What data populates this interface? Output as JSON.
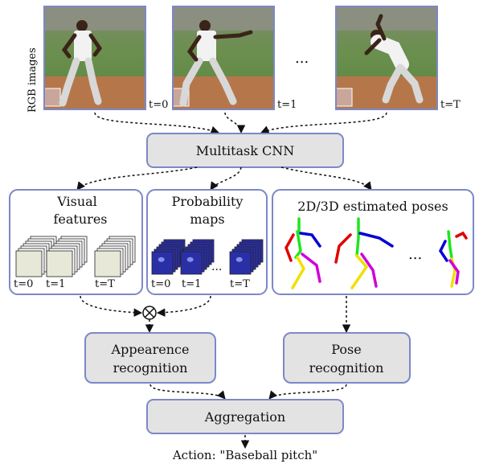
{
  "labels": {
    "rgb_images": "RGB images",
    "frame_times": [
      "t=0",
      "t=1",
      "t=T"
    ],
    "ellipsis": "...",
    "ellipsis_small": "..."
  },
  "nodes": {
    "multitask_cnn": "Multitask CNN",
    "appearance_recognition": [
      "Appearence",
      "recognition"
    ],
    "pose_recognition": [
      "Pose",
      "recognition"
    ],
    "aggregation": "Aggregation"
  },
  "panels": {
    "visual_features": {
      "title": [
        "Visual",
        "features"
      ],
      "times": [
        "t=0",
        "t=1",
        "t=T"
      ]
    },
    "probability_maps": {
      "title": [
        "Probability",
        "maps"
      ],
      "times": [
        "t=0",
        "t=1",
        "t=T"
      ]
    },
    "poses": {
      "title": "2D/3D estimated poses"
    }
  },
  "output": "Action: \"Baseball pitch\"",
  "fuse_symbol": "⊗",
  "colors": {
    "box_fill": "#e3e3e3",
    "box_stroke": "#7d88c7",
    "feature_fill": "#e8e8d8",
    "heatmap_fill": "#2b2fa6",
    "field_green": "#5f8a45",
    "dirt": "#b5774a",
    "pose_red": "#e00000",
    "pose_green": "#1ee61e",
    "pose_blue": "#0000d8",
    "pose_yellow": "#f0e000",
    "pose_magenta": "#d000d8"
  }
}
